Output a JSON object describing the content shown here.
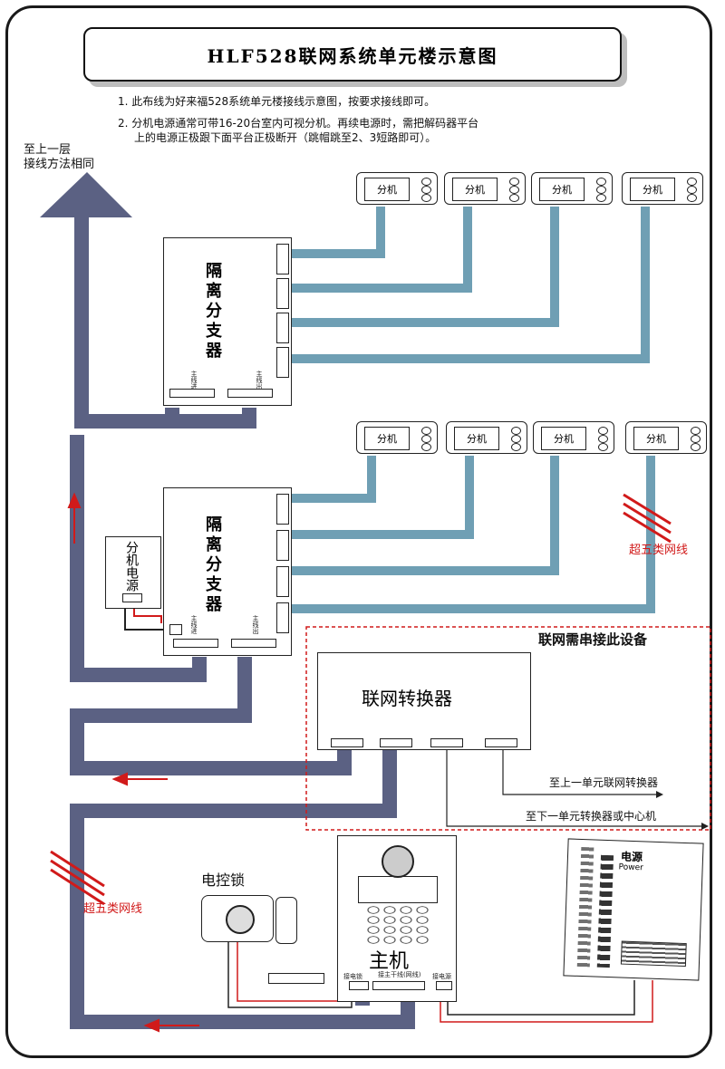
{
  "title": "HLF528联网系统单元楼示意图",
  "notes": [
    "1. 此布线为好来福528系统单元楼接线示意图，按要求接线即可。",
    "2. 分机电源通常可带16-20台室内可视分机。再续电源时，需把解码器平台",
    "上的电源正极跟下面平台正极断开（跳帽跳至2、3短路即可）。"
  ],
  "upper_floor": [
    "至上一层",
    "接线方法相同"
  ],
  "splitter_label": "隔离分支器",
  "extension_label": "分机",
  "extension_power_label": "分机电源",
  "cat5_label": "超五类网线",
  "network_box_label": "联网需串接此设备",
  "converter_label": "联网转换器",
  "to_upper_unit": "至上一单元联网转换器",
  "to_lower_unit": "至下一单元转换器或中心机",
  "lock_label": "电控锁",
  "main_unit_label": "主机",
  "power_supply_label": "电源",
  "power_supply_en": "Power",
  "port_main_in": "主线进",
  "port_main_out": "主线出",
  "main_unit_port_lock": "接电锁",
  "main_unit_port_bus": "接主干线(网线)",
  "main_unit_port_power": "接电源",
  "colors": {
    "trunk": "#5b6183",
    "branch": "#6f9fb4",
    "accent": "#d11a1a"
  }
}
